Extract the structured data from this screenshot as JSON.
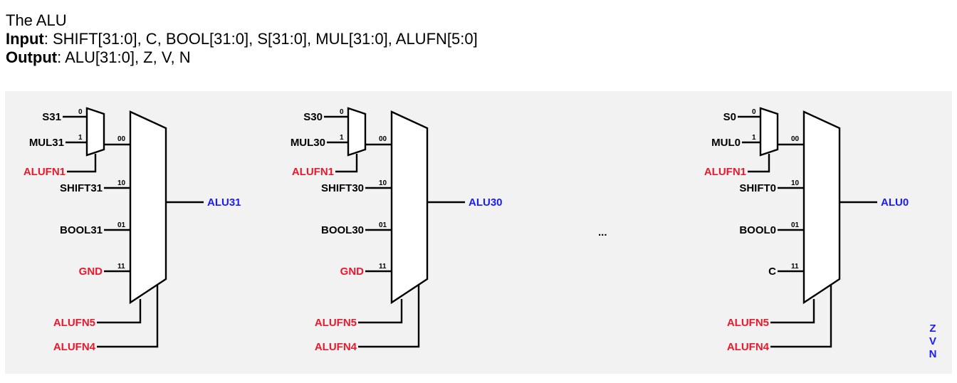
{
  "header": {
    "title": "The ALU",
    "input_label": "Input",
    "input_value": ": SHIFT[31:0], C, BOOL[31:0], S[31:0], MUL[31:0], ALUFN[5:0]",
    "output_label": "Output",
    "output_value": ": ALU[31:0], Z, V, N"
  },
  "colors": {
    "red": "#e8192c",
    "blue": "#1a1aff",
    "panel": "#f2f2f2"
  },
  "small_mux": {
    "sel0": "0",
    "sel1": "1"
  },
  "big_mux": {
    "sel00": "00",
    "sel10": "10",
    "sel01": "01",
    "sel11": "11"
  },
  "slices": [
    {
      "s": "S31",
      "mul": "MUL31",
      "alufn1": "ALUFN1",
      "shift": "SHIFT31",
      "bool": "BOOL31",
      "in11": "GND",
      "alufn5": "ALUFN5",
      "alufn4": "ALUFN4",
      "out": "ALU31"
    },
    {
      "s": "S30",
      "mul": "MUL30",
      "alufn1": "ALUFN1",
      "shift": "SHIFT30",
      "bool": "BOOL30",
      "in11": "GND",
      "alufn5": "ALUFN5",
      "alufn4": "ALUFN4",
      "out": "ALU30"
    },
    {
      "s": "S0",
      "mul": "MUL0",
      "alufn1": "ALUFN1",
      "shift": "SHIFT0",
      "bool": "BOOL0",
      "in11": "C",
      "alufn5": "ALUFN5",
      "alufn4": "ALUFN4",
      "out": "ALU0"
    }
  ],
  "ellipsis": "...",
  "flags": {
    "z": "Z",
    "v": "V",
    "n": "N"
  }
}
